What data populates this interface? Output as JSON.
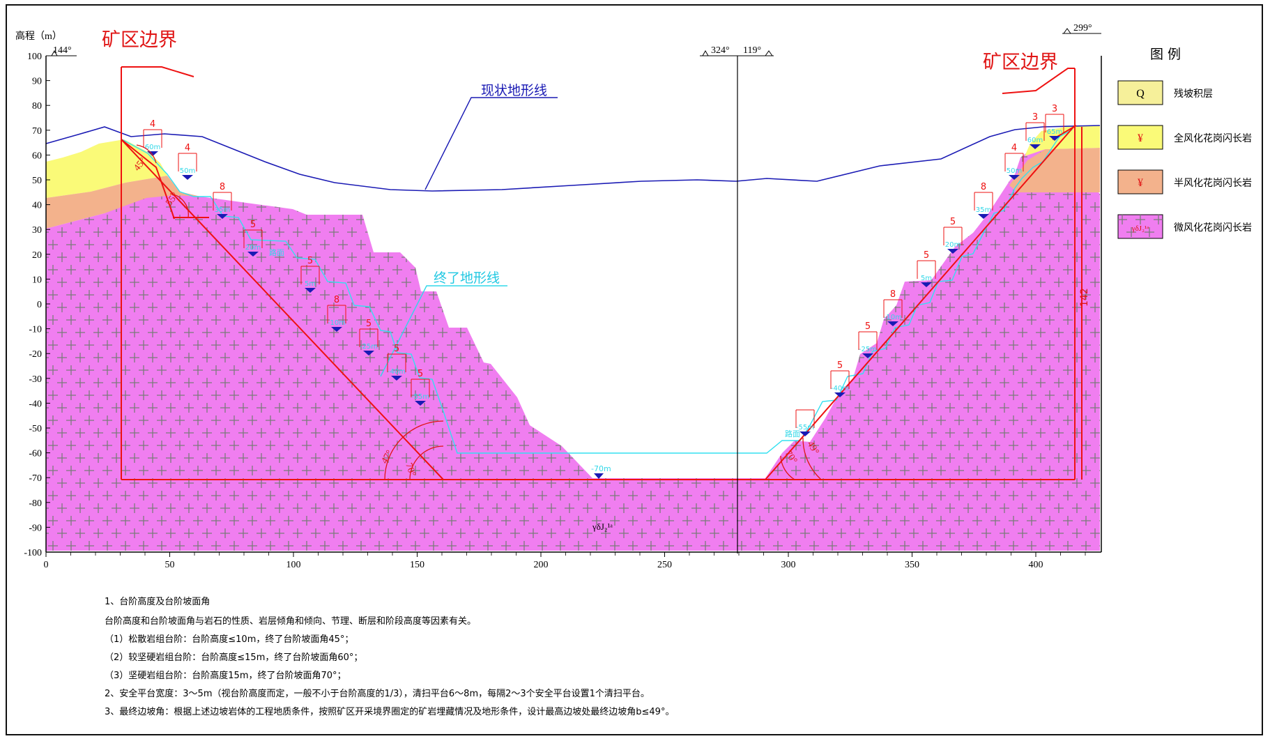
{
  "yaxis": {
    "title": "高程（m）",
    "ticks": [
      "100",
      "90",
      "80",
      "70",
      "60",
      "50",
      "40",
      "30",
      "20",
      "10",
      "0",
      "-10",
      "-20",
      "-30",
      "-40",
      "-50",
      "-60",
      "-70",
      "-80",
      "-90",
      "-100"
    ]
  },
  "xaxis": {
    "ticks": [
      "0",
      "50",
      "100",
      "150",
      "200",
      "250",
      "300",
      "350",
      "400"
    ]
  },
  "bearings": {
    "left": "144°",
    "center_left": "324°",
    "center_right": "119°",
    "right": "299°"
  },
  "labels": {
    "boundary_left": "矿区边界",
    "boundary_right": "矿区边界",
    "current_terrain": "现状地形线",
    "final_terrain": "终了地形线",
    "formation": "γδJ₂¹ᵃ",
    "road": "路面",
    "bottom_elev": "-70m",
    "height_142": "142"
  },
  "left_slope": {
    "widths": [
      "4",
      "4",
      "8",
      "5",
      "5",
      "8",
      "5",
      "5",
      "5"
    ],
    "benches": [
      "60m",
      "50m",
      "35m",
      "20m",
      "5m",
      "-10m",
      "-25m",
      "-40m",
      "-55m"
    ],
    "angles": [
      "45°",
      "55°",
      "47°",
      "70°"
    ]
  },
  "right_slope": {
    "widths": [
      "3",
      "3",
      "4",
      "8",
      "5",
      "5",
      "8",
      "5",
      "5"
    ],
    "benches": [
      "65m",
      "60m",
      "50m",
      "35m",
      "20m",
      "5m",
      "-10m",
      "-25m",
      "-40m",
      "-55m"
    ],
    "angles": [
      "70°",
      "49°"
    ]
  },
  "legend": {
    "title": "图  例",
    "items": [
      {
        "symbol": "Q",
        "label": "残坡积层",
        "color": "#f6f09a"
      },
      {
        "symbol": "¥",
        "label": "全风化花岗闪长岩",
        "color": "#fafa78"
      },
      {
        "symbol": "¥",
        "label": "半风化花岗闪长岩",
        "color": "#f3b28c"
      },
      {
        "symbol": "γδJ₂¹ᵃ",
        "label": "微风化花岗闪长岩",
        "color": "#f07ef0"
      }
    ]
  },
  "notes": [
    "1、台阶高度及台阶坡面角",
    "台阶高度和台阶坡面角与岩石的性质、岩层倾角和倾向、节理、断层和阶段高度等因素有关。",
    "（1）松散岩组台阶：台阶高度≤10m，终了台阶坡面角45°；",
    "（2）较坚硬岩组台阶：台阶高度≤15m，终了台阶坡面角60°；",
    "（3）坚硬岩组台阶：台阶高度15m，终了台阶坡面角70°；",
    "2、安全平台宽度：3～5m（视台阶高度而定，一般不小于台阶高度的1/3），清扫平台6～8m，每隔2～3个安全平台设置1个清扫平台。",
    "3、最终边坡角：根据上述边坡岩体的工程地质条件，按照矿区开采境界圈定的矿岩埋藏情况及地形条件，设计最高边坡处最终边坡角b≤49°。"
  ],
  "colors": {
    "rock": "#f07ef0",
    "semi": "#f3b28c",
    "full": "#fafa78",
    "boundary": "#ee1111",
    "current": "#1a1ab4",
    "final": "#33e0f0",
    "bench_text": "#33d8e8"
  }
}
